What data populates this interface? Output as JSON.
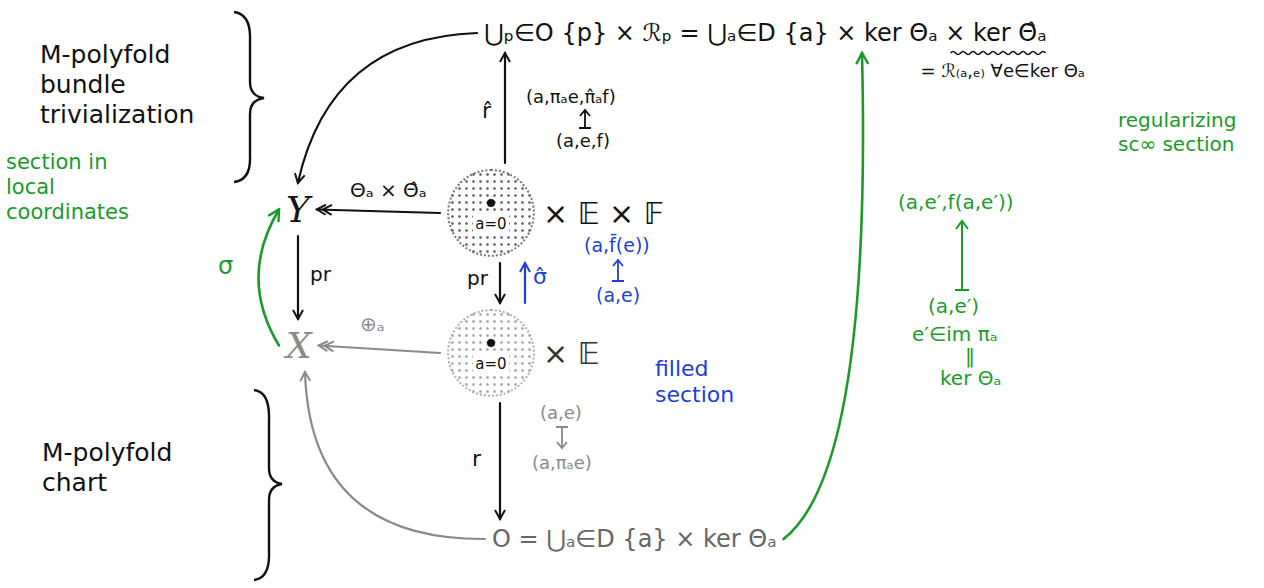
{
  "diagram": {
    "nodes": [
      {
        "text": [
          "⋃ₚ∈O {p} × ℛₚ = ⋃ₐ∈D {a} × ker Θₐ × ker Θ̂ₐ"
        ]
      },
      {
        "text": [
          "Y"
        ]
      },
      {
        "text": [
          "a=0",
          "× 𝔼 × 𝔽"
        ]
      },
      {
        "text": [
          "X"
        ]
      },
      {
        "text": [
          "a=0",
          "× 𝔼"
        ]
      },
      {
        "text": [
          "O = ⋃ₐ∈D {a} × ker Θₐ"
        ]
      }
    ],
    "edges": [
      {
        "from": 0,
        "to": 1,
        "arrow": "to"
      },
      {
        "from": 2,
        "to": 1,
        "arrow": "to",
        "label": "Θₐ × Θ̂ₐ"
      },
      {
        "from": 2,
        "to": 0,
        "arrow": "to",
        "label": "r̂"
      },
      {
        "from": 1,
        "to": 3,
        "arrow": "to",
        "label": "pr"
      },
      {
        "from": 2,
        "to": 4,
        "arrow": "to",
        "label": "pr"
      },
      {
        "from": 4,
        "to": 2,
        "arrow": "to",
        "label": "σ̂"
      },
      {
        "from": 3,
        "to": 1,
        "arrow": "to",
        "label": "σ"
      },
      {
        "from": 4,
        "to": 3,
        "arrow": "to",
        "label": "⊕ₐ"
      },
      {
        "from": 4,
        "to": 5,
        "arrow": "to",
        "label": "r"
      },
      {
        "from": 5,
        "to": 3,
        "arrow": "to"
      },
      {
        "from": 5,
        "to": 0,
        "arrow": "to"
      }
    ],
    "labels": [
      "M-polyfold bundle trivialization",
      "= ℛ₍ₐ,ₑ₎ ∀e∈ker Θₐ",
      "(a,πₐe,π̂ₐf)",
      "(a,e,f)",
      "section in local coordinates",
      "(a,f̄(e))",
      "(a,e)",
      "filled section",
      "M-polyfold chart",
      "(a,e)",
      "(a,πₐe)",
      "(a,e′,f(a,e′))",
      "(a,e′)",
      "e′∈im πₐ",
      "‖",
      "ker Θₐ",
      "regularizing sc∞ section"
    ]
  }
}
